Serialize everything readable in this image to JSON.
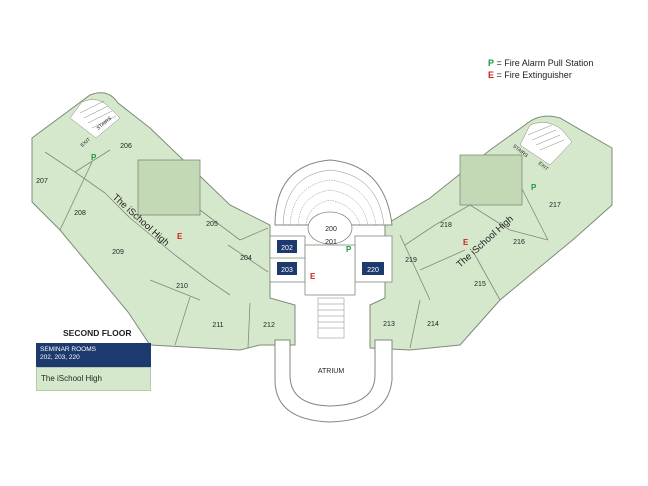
{
  "legend": {
    "pull_symbol": "P",
    "pull_label": "= Fire Alarm Pull Station",
    "ext_symbol": "E",
    "ext_label": "= Fire Extinguisher"
  },
  "floor_title": "SECOND FLOOR",
  "key": {
    "seminar_line1": "SEMINAR ROOMS",
    "seminar_line2": "202, 203, 220",
    "wing_label": "The iSchool High"
  },
  "wing_labels": {
    "left": "The iSchool High",
    "right": "The iSchool High"
  },
  "rooms": {
    "r206": "206",
    "r207": "207",
    "r208": "208",
    "r209": "209",
    "r205": "205",
    "r204": "204",
    "r210": "210",
    "r211": "211",
    "r212": "212",
    "r200": "200",
    "r201": "201",
    "r202": "202",
    "r203": "203",
    "r220": "220",
    "r219": "219",
    "r218": "218",
    "r217": "217",
    "r216": "216",
    "r215": "215",
    "r214": "214",
    "r213": "213"
  },
  "labels": {
    "atrium": "ATRIUM",
    "stairs": "STAIRS",
    "exit": "EXIT"
  },
  "markers": {
    "p": "P",
    "e": "E"
  },
  "colors": {
    "wing": "#d6e8cc",
    "seminar": "#1c3a6e",
    "pull": "#1a9a3a",
    "extinguisher": "#d12020",
    "wall": "#7f8a7a"
  }
}
